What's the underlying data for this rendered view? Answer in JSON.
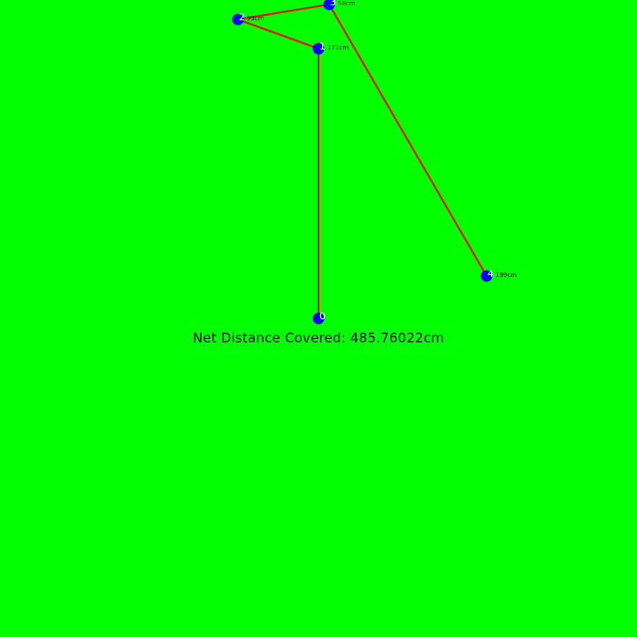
{
  "colors": {
    "background": "#00ff00",
    "path_line": "#ff0000",
    "node_fill": "#0000ff",
    "node_index_text": "#ffffff",
    "label_text": "#111111"
  },
  "path": {
    "nodes": [
      {
        "index": "0",
        "distance_label": ""
      },
      {
        "index": "1",
        "distance_label": "171cm"
      },
      {
        "index": "2",
        "distance_label": "93cm"
      },
      {
        "index": "3",
        "distance_label": "58cm"
      },
      {
        "index": "4",
        "distance_label": "199cm"
      }
    ]
  },
  "status": {
    "net_distance_text": "Net Distance Covered: 485.76022cm"
  }
}
